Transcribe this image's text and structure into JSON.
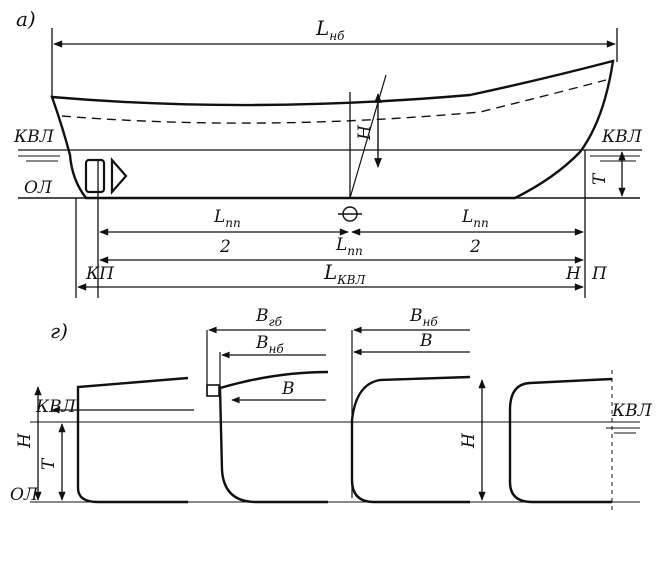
{
  "figure_a": {
    "panel_label": "а)",
    "overall_length": {
      "main": "L",
      "sub": "нб"
    },
    "depth": "H",
    "draft": "T",
    "kvl_left": "КВЛ",
    "kvl_right": "КВЛ",
    "baseline": "ОЛ",
    "half_lpp_left": {
      "main": "L",
      "sub": "пп",
      "denominator": "2"
    },
    "half_lpp_right": {
      "main": "L",
      "sub": "пп",
      "denominator": "2"
    },
    "lpp": {
      "main": "L",
      "sub": "пп"
    },
    "lkvl": {
      "main": "L",
      "sub": "КВЛ"
    },
    "kp": "КП",
    "n": "Н",
    "p": "П"
  },
  "figure_g": {
    "panel_label": "г)",
    "kvl_left": "КВЛ",
    "kvl_right": "КВЛ",
    "baseline": "ОЛ",
    "depth_left": "H",
    "draft_left": "T",
    "depth_right": "H",
    "b_gb": {
      "main": "B",
      "sub": "гб"
    },
    "b_nb_section2": {
      "main": "B",
      "sub": "нб"
    },
    "b_section2": "B",
    "b_nb_section3": {
      "main": "B",
      "sub": "нб"
    },
    "b_section3": "B"
  }
}
